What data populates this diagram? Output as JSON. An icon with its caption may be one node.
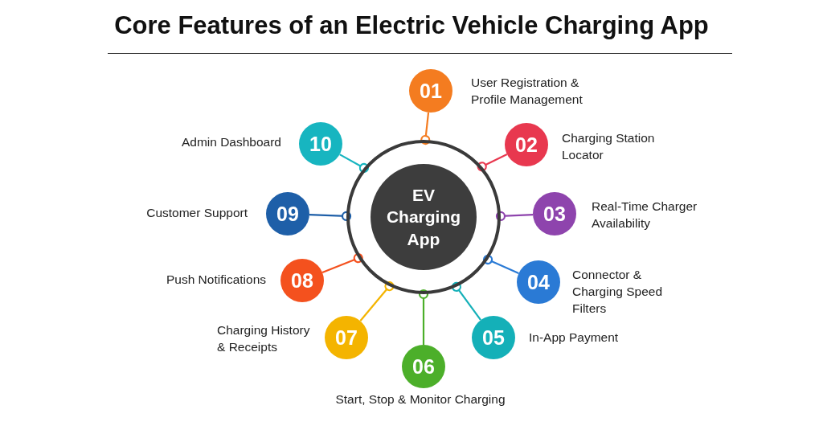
{
  "diagram": {
    "title": "Core Features of an Electric Vehicle Charging App",
    "nodes": [
      {
        "text": [
          "EV Charging App"
        ]
      },
      {
        "text": [
          "01"
        ],
        "beside": [
          "User Registration & Profile Management"
        ]
      },
      {
        "text": [
          "02"
        ],
        "beside": [
          "Charging Station Locator"
        ]
      },
      {
        "text": [
          "03"
        ],
        "beside": [
          "Real-Time Charger Availability"
        ]
      },
      {
        "text": [
          "04"
        ],
        "beside": [
          "Connector & Charging Speed Filters"
        ]
      },
      {
        "text": [
          "05"
        ],
        "beside": [
          "In-App Payment"
        ]
      },
      {
        "text": [
          "06"
        ],
        "beside": [
          "Start, Stop & Monitor Charging"
        ]
      },
      {
        "text": [
          "07"
        ],
        "beside": [
          "Charging History & Receipts"
        ]
      },
      {
        "text": [
          "08"
        ],
        "beside": [
          "Push Notifications"
        ]
      },
      {
        "text": [
          "09"
        ],
        "beside": [
          "Customer Support"
        ]
      },
      {
        "text": [
          "10"
        ],
        "beside": [
          "Admin Dashboard"
        ]
      }
    ],
    "edges": [
      {
        "from": 0,
        "to": 1,
        "arrow": "other",
        "color": "#f47c20"
      },
      {
        "from": 0,
        "to": 2,
        "arrow": "other",
        "color": "#e8384f"
      },
      {
        "from": 0,
        "to": 3,
        "arrow": "other",
        "color": "#8e44ad"
      },
      {
        "from": 0,
        "to": 4,
        "arrow": "other",
        "color": "#2a7ad5"
      },
      {
        "from": 0,
        "to": 5,
        "arrow": "other",
        "color": "#14b0b8"
      },
      {
        "from": 0,
        "to": 6,
        "arrow": "other",
        "color": "#4caf2a"
      },
      {
        "from": 0,
        "to": 7,
        "arrow": "other",
        "color": "#f4b400"
      },
      {
        "from": 0,
        "to": 8,
        "arrow": "other",
        "color": "#f4511e"
      },
      {
        "from": 0,
        "to": 9,
        "arrow": "other",
        "color": "#1e5fa8"
      },
      {
        "from": 0,
        "to": 10,
        "arrow": "other",
        "color": "#17b5c0"
      }
    ]
  }
}
